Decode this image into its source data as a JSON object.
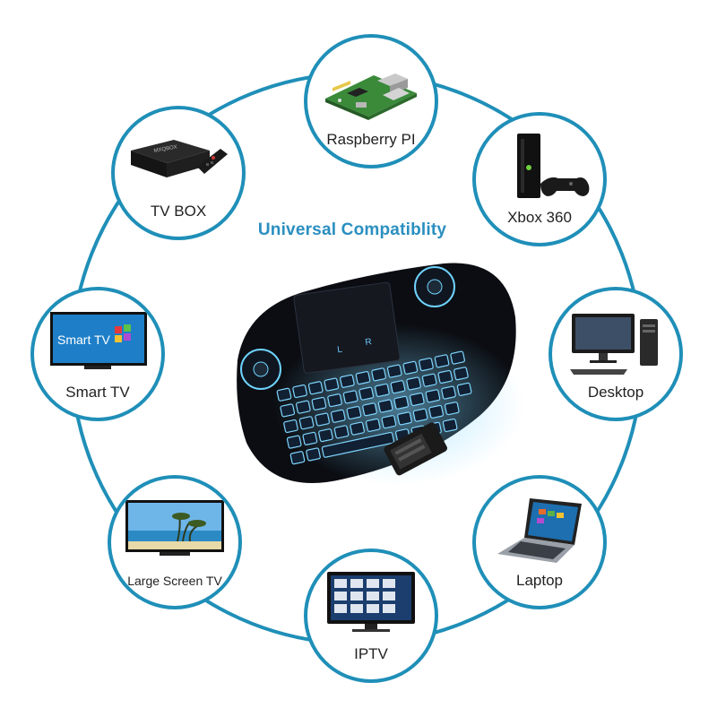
{
  "headline": "Universal Compatiblity",
  "colors": {
    "ring": "#1f8fb8",
    "headline": "#2a8fc0",
    "key_glow": "#7fd6ff"
  },
  "devices": [
    {
      "label": "Raspberry PI",
      "icon": "raspberry-pi-board"
    },
    {
      "label": "Xbox 360",
      "icon": "xbox-console"
    },
    {
      "label": "Desktop",
      "icon": "desktop-computer"
    },
    {
      "label": "Laptop",
      "icon": "laptop"
    },
    {
      "label": "IPTV",
      "icon": "iptv-screen"
    },
    {
      "label": "Large Screen TV",
      "icon": "large-screen-tv"
    },
    {
      "label": "Smart TV",
      "icon": "smart-tv"
    },
    {
      "label": "TV BOX",
      "icon": "tv-box"
    }
  ],
  "smart_tv_screen_text": "Smart TV",
  "tv_box_brand": "MXQBOX",
  "keyboard": {
    "icon": "backlit-mini-keyboard",
    "dongle_icon": "usb-dongle",
    "touchpad_marks": [
      "L",
      "R"
    ]
  }
}
